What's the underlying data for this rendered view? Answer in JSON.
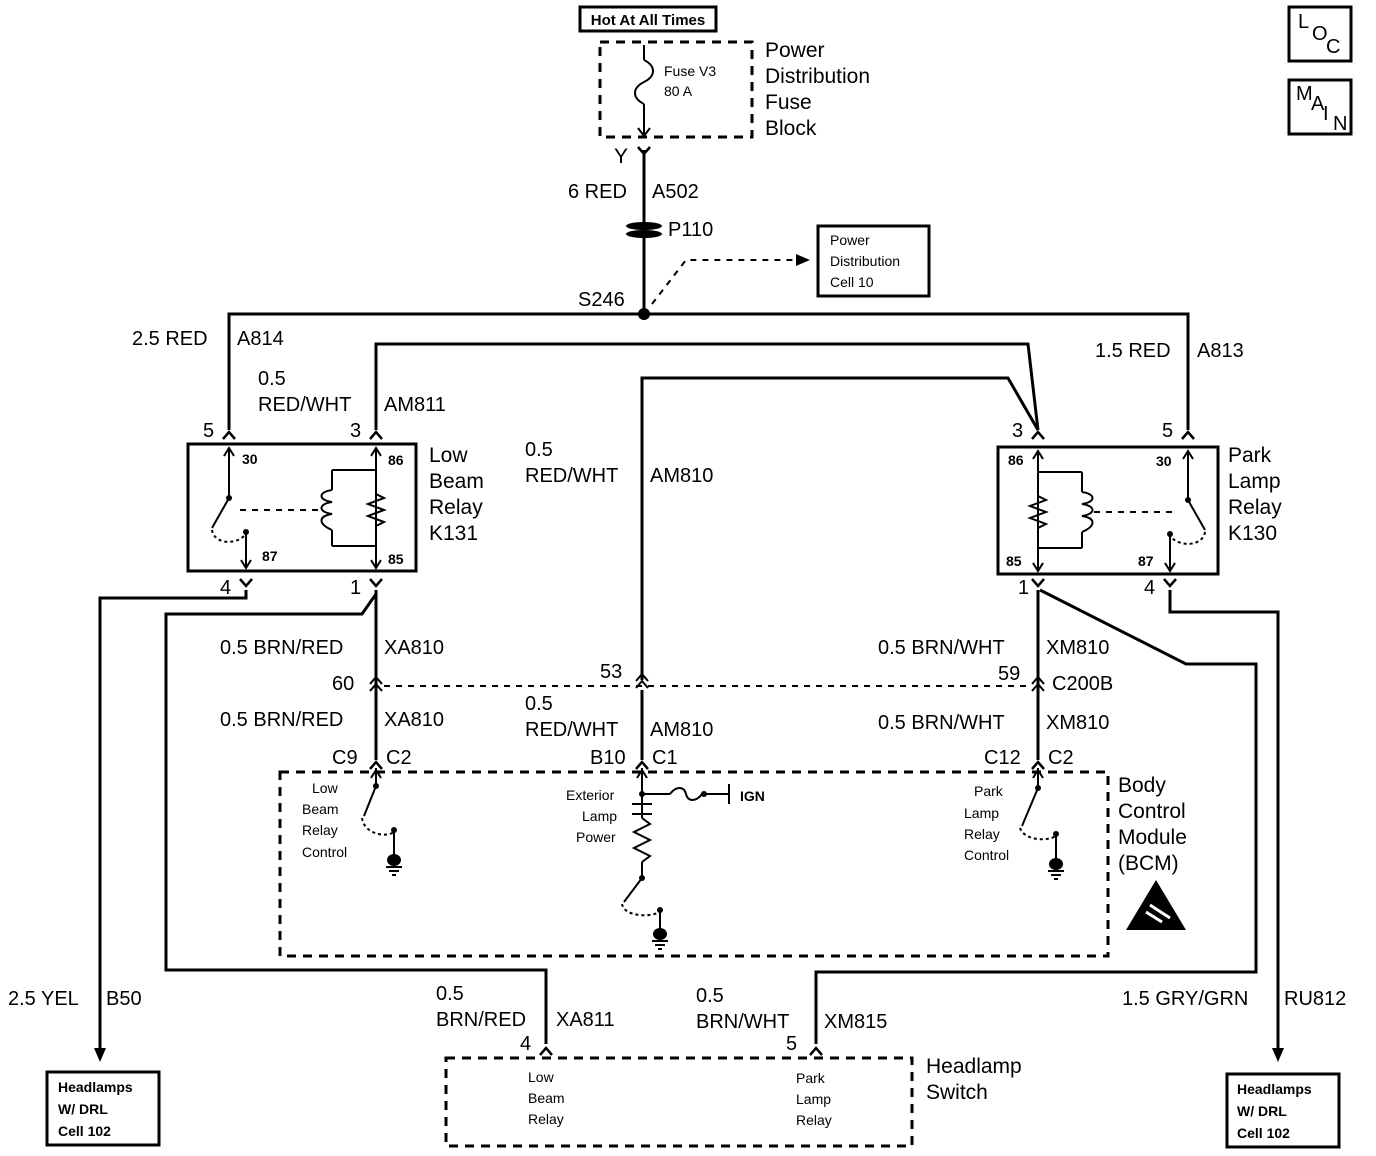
{
  "header": {
    "hot_label": "Hot At All Times",
    "loc_icon": [
      "L",
      "O",
      "C"
    ],
    "main_icon": [
      "M",
      "A",
      "I",
      "N"
    ]
  },
  "fuse_block": {
    "title_lines": [
      "Power",
      "Distribution",
      "Fuse",
      "Block"
    ],
    "fuse_name": "Fuse V3",
    "fuse_rating": "80 A",
    "terminal": "Y"
  },
  "feed": {
    "wire": "6 RED",
    "circuit": "A502",
    "connector": "P110",
    "splice": "S246",
    "ref_lines": [
      "Power",
      "Distribution",
      "Cell 10"
    ]
  },
  "low_beam_relay": {
    "title_lines": [
      "Low",
      "Beam",
      "Relay",
      "K131"
    ],
    "pins": {
      "p30": "30",
      "p86": "86",
      "p87": "87",
      "p85": "85"
    },
    "terminals": {
      "t5": "5",
      "t3": "3",
      "t4": "4",
      "t1": "1"
    },
    "feed_wire": "2.5 RED",
    "feed_circuit": "A814",
    "coil_wire_size": "0.5",
    "coil_wire_color": "RED/WHT",
    "coil_circuit": "AM811"
  },
  "park_lamp_relay": {
    "title_lines": [
      "Park",
      "Lamp",
      "Relay",
      "K130"
    ],
    "pins": {
      "p86": "86",
      "p30": "30",
      "p85": "85",
      "p87": "87"
    },
    "terminals": {
      "t3": "3",
      "t5": "5",
      "t1": "1",
      "t4": "4"
    },
    "feed_wire": "1.5 RED",
    "feed_circuit": "A813"
  },
  "center_wire": {
    "size": "0.5",
    "color": "RED/WHT",
    "circuit": "AM810"
  },
  "c200b": {
    "name": "C200B",
    "pin_left": "60",
    "pin_mid": "53",
    "pin_right": "59",
    "left_wire_top": "0.5 BRN/RED",
    "left_circuit_top": "XA810",
    "left_wire_bot": "0.5 BRN/RED",
    "left_circuit_bot": "XA810",
    "right_wire_top": "0.5 BRN/WHT",
    "right_circuit_top": "XM810",
    "right_wire_bot": "0.5 BRN/WHT",
    "right_circuit_bot": "XM810",
    "mid_size": "0.5",
    "mid_color": "RED/WHT",
    "mid_circuit": "AM810"
  },
  "bcm": {
    "title_lines": [
      "Body",
      "Control",
      "Module",
      "(BCM)"
    ],
    "pin_left": "C9",
    "conn_left": "C2",
    "pin_mid": "B10",
    "conn_mid": "C1",
    "pin_right": "C12",
    "conn_right": "C2",
    "left_label": [
      "Low",
      "Beam",
      "Relay",
      "Control"
    ],
    "mid_label": [
      "Exterior",
      "Lamp",
      "Power"
    ],
    "ign": "IGN",
    "right_label": [
      "Park",
      "Lamp",
      "Relay",
      "Control"
    ]
  },
  "outputs": {
    "left_wire": "2.5 YEL",
    "left_circuit": "B50",
    "left_ref": [
      "Headlamps",
      "W/ DRL",
      "Cell 102"
    ],
    "right_wire": "1.5 GRY/GRN",
    "right_circuit": "RU812",
    "right_ref": [
      "Headlamps",
      "W/ DRL",
      "Cell 102"
    ]
  },
  "headlamp_switch": {
    "title_lines": [
      "Headlamp",
      "Switch"
    ],
    "pin_left": "4",
    "pin_right": "5",
    "left_wire_size": "0.5",
    "left_wire_color": "BRN/RED",
    "left_circuit": "XA811",
    "right_wire_size": "0.5",
    "right_wire_color": "BRN/WHT",
    "right_circuit": "XM815",
    "left_label": [
      "Low",
      "Beam",
      "Relay"
    ],
    "right_label": [
      "Park",
      "Lamp",
      "Relay"
    ]
  }
}
